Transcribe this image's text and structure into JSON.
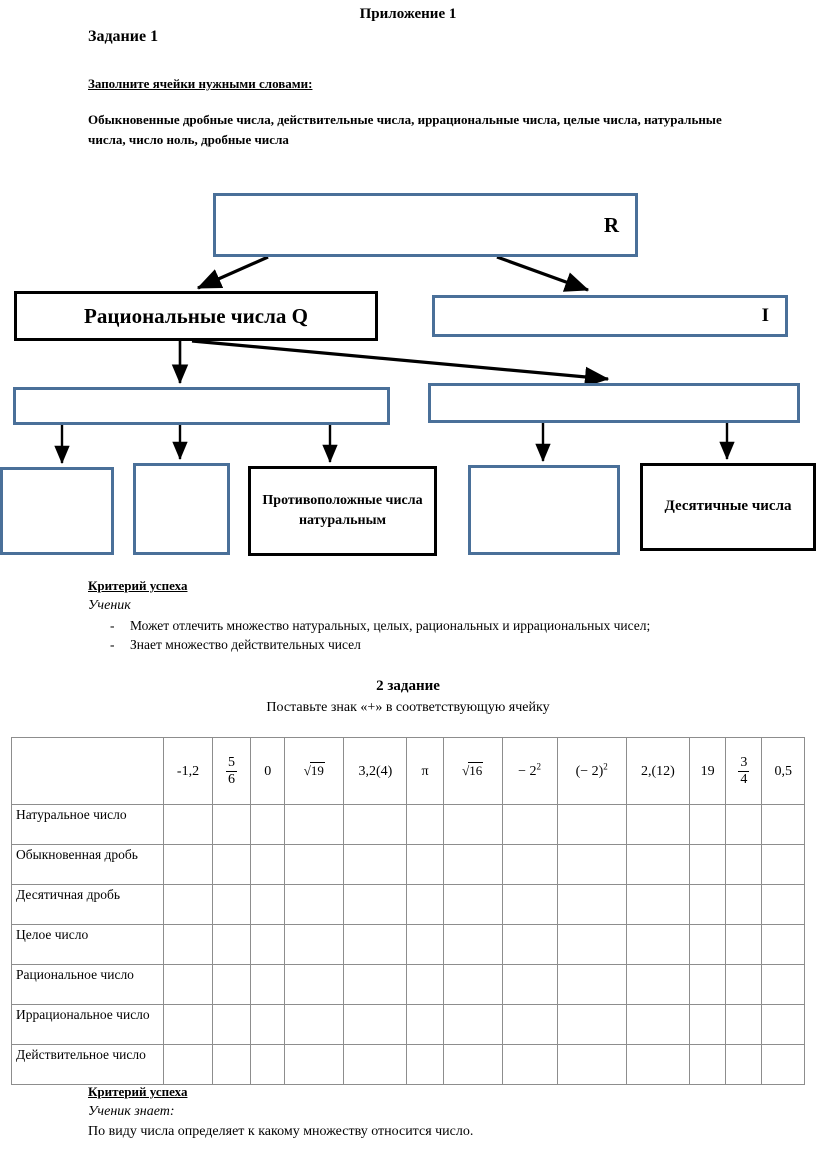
{
  "header": {
    "appendix_title": "Приложение 1",
    "task_title": "Задание 1",
    "fill_instruction": "Заполните ячейки нужными словами:",
    "word_bank": "Обыкновенные дробные числа, действительные числа, иррациональные числа, целые числа, натуральные числа, число ноль, дробные числа"
  },
  "diagram": {
    "border_blue": "#4A7099",
    "border_black": "#000000",
    "nodes": [
      {
        "id": "R",
        "label": "R",
        "style": "blue",
        "filled": true
      },
      {
        "id": "Q",
        "label": "Рациональные числа Q",
        "style": "black",
        "filled": true
      },
      {
        "id": "I",
        "label": "I",
        "style": "blue",
        "filled": true
      },
      {
        "id": "ML",
        "label": "",
        "style": "blue",
        "filled": false
      },
      {
        "id": "MR",
        "label": "",
        "style": "blue",
        "filled": false
      },
      {
        "id": "B1",
        "label": "",
        "style": "blue",
        "filled": false
      },
      {
        "id": "B2",
        "label": "",
        "style": "blue",
        "filled": false
      },
      {
        "id": "B3",
        "label": "Противоположные числа натуральным",
        "style": "black",
        "filled": true
      },
      {
        "id": "B4",
        "label": "",
        "style": "blue",
        "filled": false
      },
      {
        "id": "B5",
        "label": "Десятичные числа",
        "style": "black",
        "filled": true
      }
    ]
  },
  "criteria1": {
    "heading": "Критерий успеха",
    "subject": "Ученик",
    "items": [
      "Может отлечить множество натуральных, целых, рациональных и иррациональных чисел;",
      "Знает множество действительных чисел"
    ]
  },
  "task2": {
    "title": "2 задание",
    "instruction": "Поставьте знак «+» в соответствующую ячейку"
  },
  "criteria2": {
    "heading": "Критерий успеха",
    "subject": "Ученик знает:",
    "line": "По виду числа определяет к какому множеству относится число."
  },
  "chart_data": {
    "type": "table",
    "title": "Поставьте знак «+» в соответствующую ячейку",
    "corner_header": "",
    "columns": [
      {
        "kind": "plain",
        "text": "-1,2"
      },
      {
        "kind": "fraction",
        "num": "5",
        "den": "6",
        "text": "5/6"
      },
      {
        "kind": "plain",
        "text": "0"
      },
      {
        "kind": "radical",
        "radicand": "19",
        "text": "√19"
      },
      {
        "kind": "plain",
        "text": "3,2(4)"
      },
      {
        "kind": "plain",
        "text": "π"
      },
      {
        "kind": "radical",
        "radicand": "16",
        "text": "√16"
      },
      {
        "kind": "power",
        "base": "− 2",
        "exp": "2",
        "text": "−2²"
      },
      {
        "kind": "parenpower",
        "base": "(− 2)",
        "exp": "2",
        "text": "(−2)²"
      },
      {
        "kind": "plain",
        "text": "2,(12)"
      },
      {
        "kind": "plain",
        "text": "19"
      },
      {
        "kind": "fraction",
        "num": "3",
        "den": "4",
        "text": "3/4"
      },
      {
        "kind": "plain",
        "text": "0,5"
      }
    ],
    "rows": [
      {
        "label": "Натуральное число",
        "values": [
          "",
          "",
          "",
          "",
          "",
          "",
          "",
          "",
          "",
          "",
          "",
          "",
          ""
        ]
      },
      {
        "label": "Обыкновенная дробь",
        "values": [
          "",
          "",
          "",
          "",
          "",
          "",
          "",
          "",
          "",
          "",
          "",
          "",
          ""
        ]
      },
      {
        "label": "Десятичная дробь",
        "values": [
          "",
          "",
          "",
          "",
          "",
          "",
          "",
          "",
          "",
          "",
          "",
          "",
          ""
        ]
      },
      {
        "label": "Целое число",
        "values": [
          "",
          "",
          "",
          "",
          "",
          "",
          "",
          "",
          "",
          "",
          "",
          "",
          ""
        ]
      },
      {
        "label": "Рациональное число",
        "values": [
          "",
          "",
          "",
          "",
          "",
          "",
          "",
          "",
          "",
          "",
          "",
          "",
          ""
        ]
      },
      {
        "label": "Иррациональное число",
        "values": [
          "",
          "",
          "",
          "",
          "",
          "",
          "",
          "",
          "",
          "",
          "",
          "",
          ""
        ]
      },
      {
        "label": "Действительное число",
        "values": [
          "",
          "",
          "",
          "",
          "",
          "",
          "",
          "",
          "",
          "",
          "",
          "",
          ""
        ]
      }
    ]
  }
}
